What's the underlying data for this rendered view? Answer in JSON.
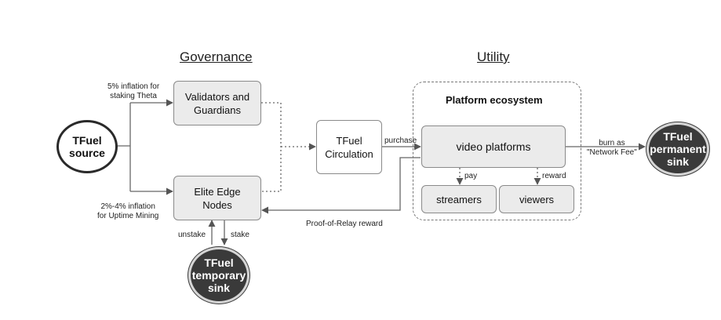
{
  "headings": {
    "governance": "Governance",
    "utility": "Utility"
  },
  "nodes": {
    "tfuel_source": "TFuel\nsource",
    "validators": "Validators and\nGuardians",
    "elite_edge": "Elite Edge\nNodes",
    "circulation": "TFuel\nCirculation",
    "platform_ecosystem": "Platform ecosystem",
    "video_platforms": "video platforms",
    "streamers": "streamers",
    "viewers": "viewers",
    "permanent_sink": "TFuel\npermanent\nsink",
    "temporary_sink": "TFuel\ntemporary\nsink"
  },
  "edge_labels": {
    "inflation_staking": "5% inflation for\nstaking Theta",
    "inflation_uptime": "2%-4% inflation\nfor Uptime Mining",
    "purchase": "purchase",
    "burn": "burn as\n\"Network Fee\"",
    "pay": "pay",
    "reward": "reward",
    "proof_of_relay": "Proof-of-Relay reward",
    "unstake": "unstake",
    "stake": "stake"
  }
}
